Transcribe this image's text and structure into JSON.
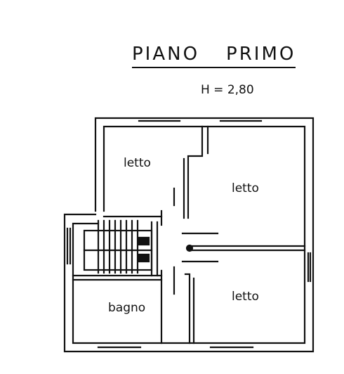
{
  "plan": {
    "title_words": [
      "PIANO",
      "PRIMO"
    ],
    "height_note": "H = 2,80",
    "rooms": [
      {
        "label": "letto"
      },
      {
        "label": "letto"
      },
      {
        "label": "letto"
      },
      {
        "label": "bagno"
      }
    ]
  }
}
